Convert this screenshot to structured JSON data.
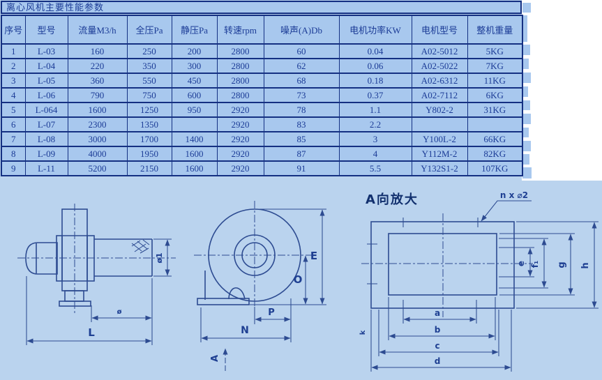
{
  "page_title": "离心风机主要性能参数",
  "table": {
    "headers": [
      "序号",
      "型号",
      "流量M3/h",
      "全压Pa",
      "静压Pa",
      "转速rpm",
      "噪声(A)Db",
      "电机功率KW",
      "电机型号",
      "整机重量"
    ],
    "rows": [
      [
        "1",
        "L-03",
        "160",
        "250",
        "200",
        "2800",
        "60",
        "0.04",
        "A02-5012",
        "5KG"
      ],
      [
        "2",
        "L-04",
        "220",
        "350",
        "300",
        "2800",
        "62",
        "0.06",
        "A02-5022",
        "7KG"
      ],
      [
        "3",
        "L-05",
        "360",
        "550",
        "450",
        "2800",
        "68",
        "0.18",
        "A02-6312",
        "11KG"
      ],
      [
        "4",
        "L-06",
        "790",
        "750",
        "600",
        "2800",
        "73",
        "0.37",
        "A02-7112",
        "6KG"
      ],
      [
        "5",
        "L-064",
        "1600",
        "1250",
        "950",
        "2920",
        "78",
        "1.1",
        "Y802-2",
        "31KG"
      ],
      [
        "6",
        "L-07",
        "2300",
        "1350",
        "",
        "2920",
        "83",
        "2.2",
        "",
        ""
      ],
      [
        "7",
        "L-08",
        "3000",
        "1700",
        "1400",
        "2920",
        "85",
        "3",
        "Y100L-2",
        "66KG"
      ],
      [
        "8",
        "L-09",
        "4000",
        "1950",
        "1600",
        "2920",
        "87",
        "4",
        "Y112M-2",
        "82KG"
      ],
      [
        "9",
        "L-11",
        "5200",
        "2150",
        "1600",
        "2920",
        "91",
        "5.5",
        "Y132S1-2",
        "107KG"
      ]
    ]
  },
  "drawings": {
    "side_view": {
      "dim_dia1": "ø1",
      "dim_dia": "ø",
      "dim_length": "L"
    },
    "front_view": {
      "dim_E": "E",
      "dim_O": "O",
      "dim_P": "P",
      "dim_N": "N",
      "view_arrow": "A"
    },
    "flange_view": {
      "title": "A向放大",
      "holes_note": "n x ⌀2",
      "dim_a": "a",
      "dim_b": "b",
      "dim_c": "c",
      "dim_d": "d",
      "dim_e": "e",
      "dim_f": "f₁",
      "dim_g": "g",
      "dim_h": "h",
      "dim_k": "k"
    }
  },
  "colors": {
    "cell_blue": "#a8c8ee",
    "canvas_blue": "#bad3ee",
    "border_navy": "#143082",
    "text_navy": "#1b3b96",
    "line_blue": "#2d4b91",
    "margin_white": "#ffffff"
  }
}
